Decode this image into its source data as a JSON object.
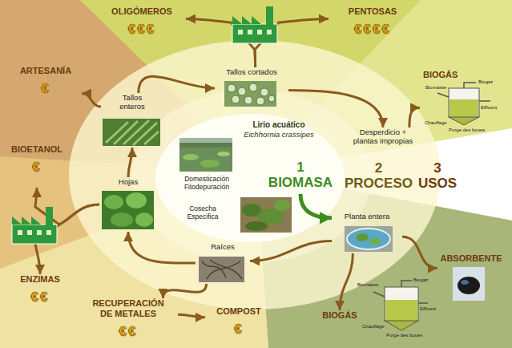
{
  "diagram": {
    "nodes": [
      {
        "text": [
          "OLIGÓMEROS",
          "€€€"
        ]
      },
      {
        "text": [
          "PENTOSAS",
          "€€€€"
        ]
      },
      {
        "text": [
          "ARTESANÍA",
          "€"
        ]
      },
      {
        "text": [
          "Tallos cortados"
        ]
      },
      {
        "text": [
          "BIOGÁS"
        ]
      },
      {
        "text": [
          "Tallos enteros"
        ]
      },
      {
        "text": [
          "Lirio acuático",
          "Eichhornia crassipes"
        ]
      },
      {
        "text": [
          "Desperdicio + plantas impropias"
        ]
      },
      {
        "text": [
          "BIOETANOL",
          "€"
        ]
      },
      {
        "text": [
          "1 BIOMASA"
        ]
      },
      {
        "text": [
          "Hojas"
        ]
      },
      {
        "text": [
          "Planta entera"
        ]
      },
      {
        "text": [
          "Raíces"
        ]
      },
      {
        "text": [
          "ABSORBENTE"
        ]
      },
      {
        "text": [
          "ENZIMAS",
          "€€"
        ]
      },
      {
        "text": [
          "RECUPERACIÓN DE METALES",
          "€€"
        ]
      },
      {
        "text": [
          "COMPOST",
          "€"
        ]
      },
      {
        "text": [
          "BIOGÁS"
        ]
      }
    ],
    "edges": [
      {
        "from": 3,
        "to": 0,
        "arrow": "to"
      },
      {
        "from": 3,
        "to": 1,
        "arrow": "to"
      },
      {
        "from": 3,
        "to": 7,
        "arrow": "to"
      },
      {
        "from": 7,
        "to": 4,
        "arrow": "to"
      },
      {
        "from": 5,
        "to": 2,
        "arrow": "to"
      },
      {
        "from": 5,
        "to": 3,
        "arrow": "to"
      },
      {
        "from": 10,
        "to": 5,
        "arrow": "to"
      },
      {
        "from": 10,
        "to": 8,
        "arrow": "to"
      },
      {
        "from": 10,
        "to": 14,
        "arrow": "to"
      },
      {
        "from": 12,
        "to": 10,
        "arrow": "to"
      },
      {
        "from": 11,
        "to": 12,
        "arrow": "to"
      },
      {
        "from": 9,
        "to": 11,
        "arrow": "to"
      },
      {
        "from": 11,
        "to": 13,
        "arrow": "to"
      },
      {
        "from": 11,
        "to": 17,
        "arrow": "to"
      },
      {
        "from": 12,
        "to": 15,
        "arrow": "to"
      },
      {
        "from": 15,
        "to": 16,
        "arrow": "to"
      }
    ],
    "labels": [
      "Domesticación Fitodepuración",
      "Cosecha Especifica",
      "2 PROCESO",
      "3 USOS",
      "Biogaz",
      "Biomasse",
      "Effluent",
      "Chauffage",
      "Purge des boues",
      "Biogaz",
      "Biomasse",
      "Effluent",
      "Chauffage",
      "Purge des boues"
    ]
  }
}
